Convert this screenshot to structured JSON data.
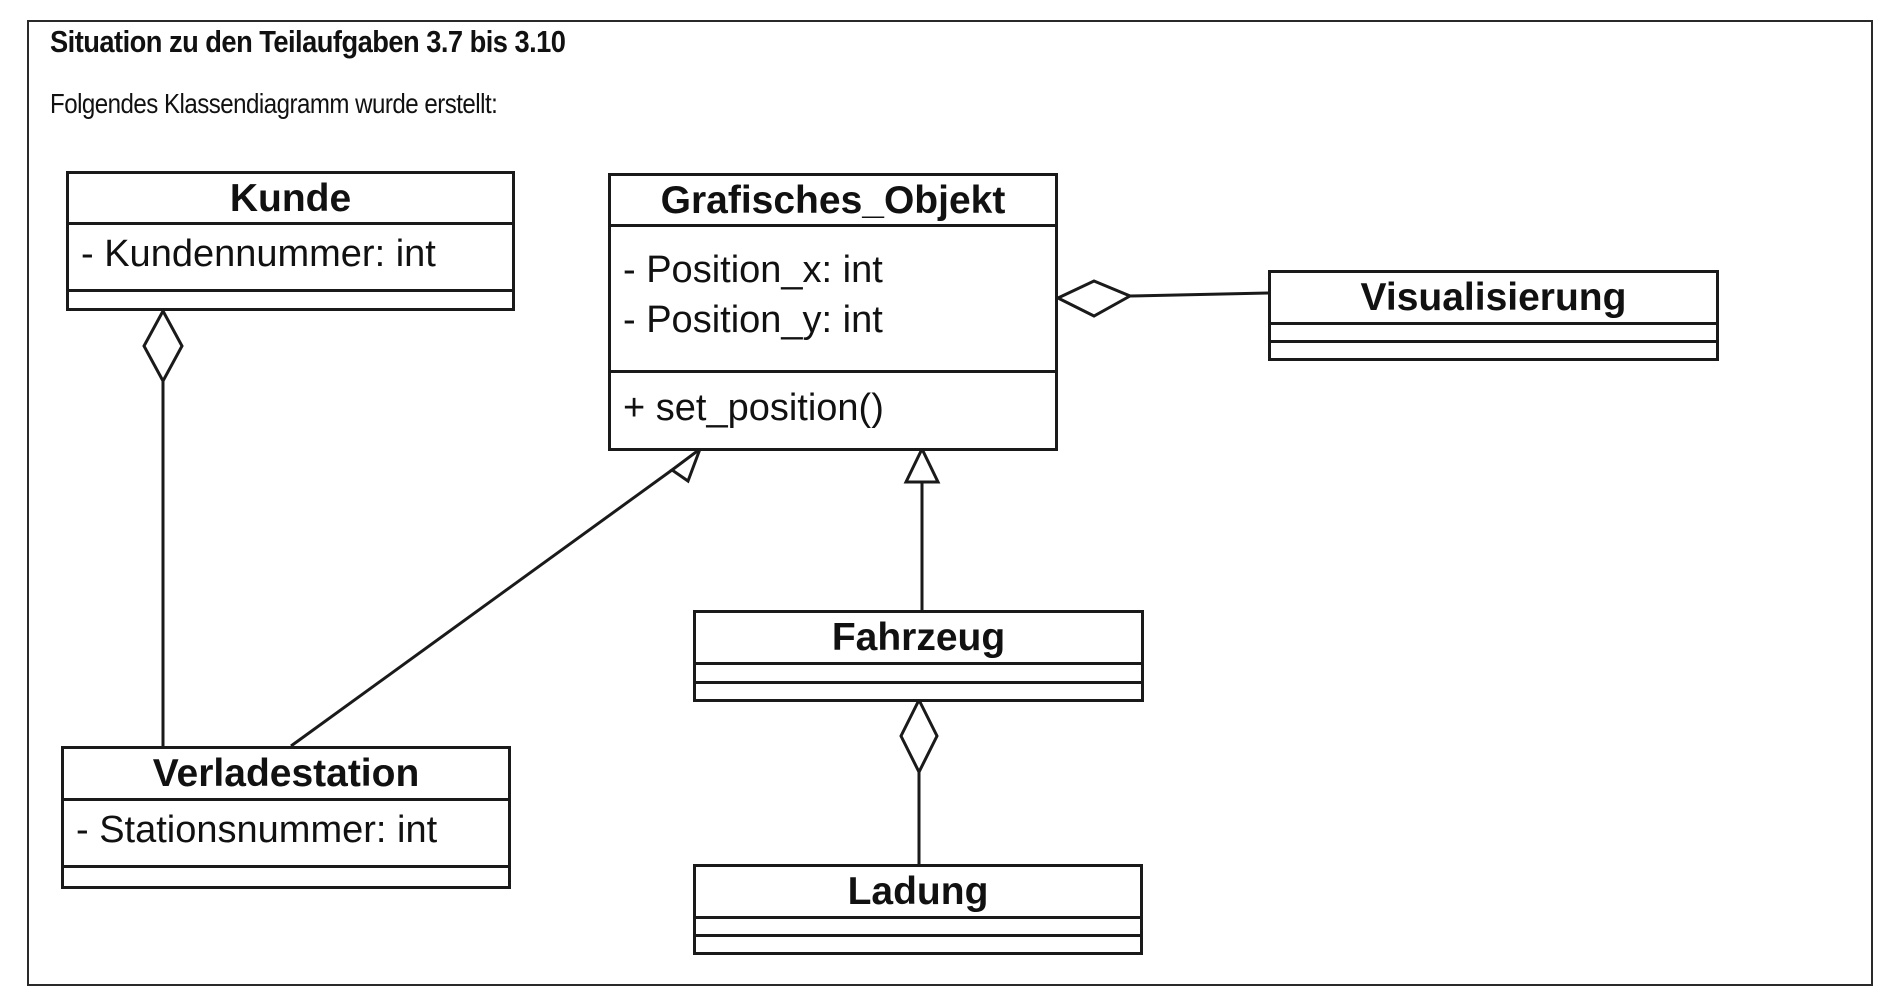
{
  "heading": "Situation zu den Teilaufgaben 3.7 bis 3.10",
  "intro": "Folgendes Klassendiagramm wurde erstellt:",
  "classes": {
    "kunde": {
      "name": "Kunde",
      "attributes": [
        "- Kundennummer: int"
      ],
      "operations": []
    },
    "grafisches_objekt": {
      "name": "Grafisches_Objekt",
      "attributes": [
        "- Position_x: int",
        "- Position_y: int"
      ],
      "operations": [
        "+ set_position()"
      ]
    },
    "visualisierung": {
      "name": "Visualisierung",
      "attributes": [],
      "operations": []
    },
    "fahrzeug": {
      "name": "Fahrzeug",
      "attributes": [],
      "operations": []
    },
    "verladestation": {
      "name": "Verladestation",
      "attributes": [
        "- Stationsnummer: int"
      ],
      "operations": []
    },
    "ladung": {
      "name": "Ladung",
      "attributes": [],
      "operations": []
    }
  }
}
